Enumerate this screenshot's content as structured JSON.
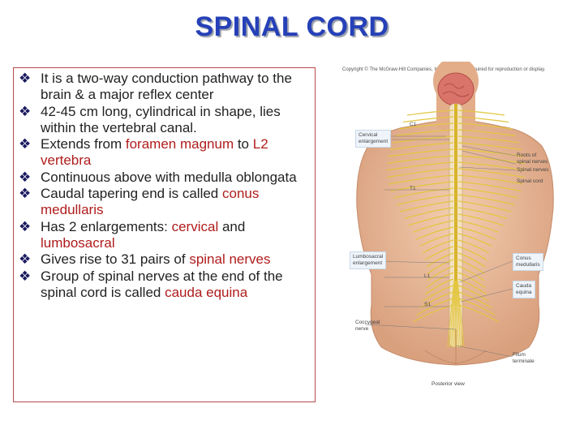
{
  "title": "SPINAL CORD",
  "bullets": [
    {
      "segments": [
        {
          "text": "It is a two-way conduction pathway to the brain & a major reflex center",
          "hl": false
        }
      ]
    },
    {
      "segments": [
        {
          "text": "42-45 cm long, cylindrical in shape, lies within the vertebral canal.",
          "hl": false
        }
      ]
    },
    {
      "segments": [
        {
          "text": "Extends from ",
          "hl": false
        },
        {
          "text": "foramen magnum",
          "hl": true
        },
        {
          "text": " to ",
          "hl": false
        },
        {
          "text": "L2 vertebra",
          "hl": true
        }
      ]
    },
    {
      "segments": [
        {
          "text": "Continuous above with medulla oblongata",
          "hl": false
        }
      ]
    },
    {
      "segments": [
        {
          "text": "Caudal tapering end is called ",
          "hl": false
        },
        {
          "text": "conus medullaris",
          "hl": true
        }
      ]
    },
    {
      "segments": [
        {
          "text": "Has 2 enlargements: ",
          "hl": false
        },
        {
          "text": "cervical",
          "hl": true
        },
        {
          "text": " and ",
          "hl": false
        },
        {
          "text": "lumbosacral",
          "hl": true
        }
      ]
    },
    {
      "segments": [
        {
          "text": "Gives rise to 31 pairs of ",
          "hl": false
        },
        {
          "text": "spinal nerves",
          "hl": true
        }
      ]
    },
    {
      "segments": [
        {
          "text": "Group of spinal nerves at the end of the spinal cord is called ",
          "hl": false
        },
        {
          "text": "cauda equina",
          "hl": true
        }
      ]
    }
  ],
  "bullet_icon": "diamond-bullet-icon",
  "figure": {
    "copyright": "Copyright © The McGraw-Hill Companies, Inc. Permission required for reproduction or display.",
    "labels": {
      "c1": "C1",
      "t1": "T1",
      "l1": "L1",
      "s1": "S1",
      "cervical": "Cervical\nenlargement",
      "lumbosacral": "Lumbosacral\nenlargement",
      "coccygeal": "Coccygeal\nnerve",
      "roots": "Roots of\nspinal nerves",
      "spinal_nerves": "Spinal nerves",
      "spinal_cord": "Spinal cord",
      "conus": "Conus\nmedullaris",
      "cauda": "Cauda\nequina",
      "filum": "Filum\nterminale",
      "posterior": "Posterior view"
    }
  },
  "colors": {
    "title": "#2540b8",
    "highlight": "#b01c1c",
    "border": "#b94a4a",
    "skin": "#e8b896",
    "nerve": "#e3c640"
  }
}
